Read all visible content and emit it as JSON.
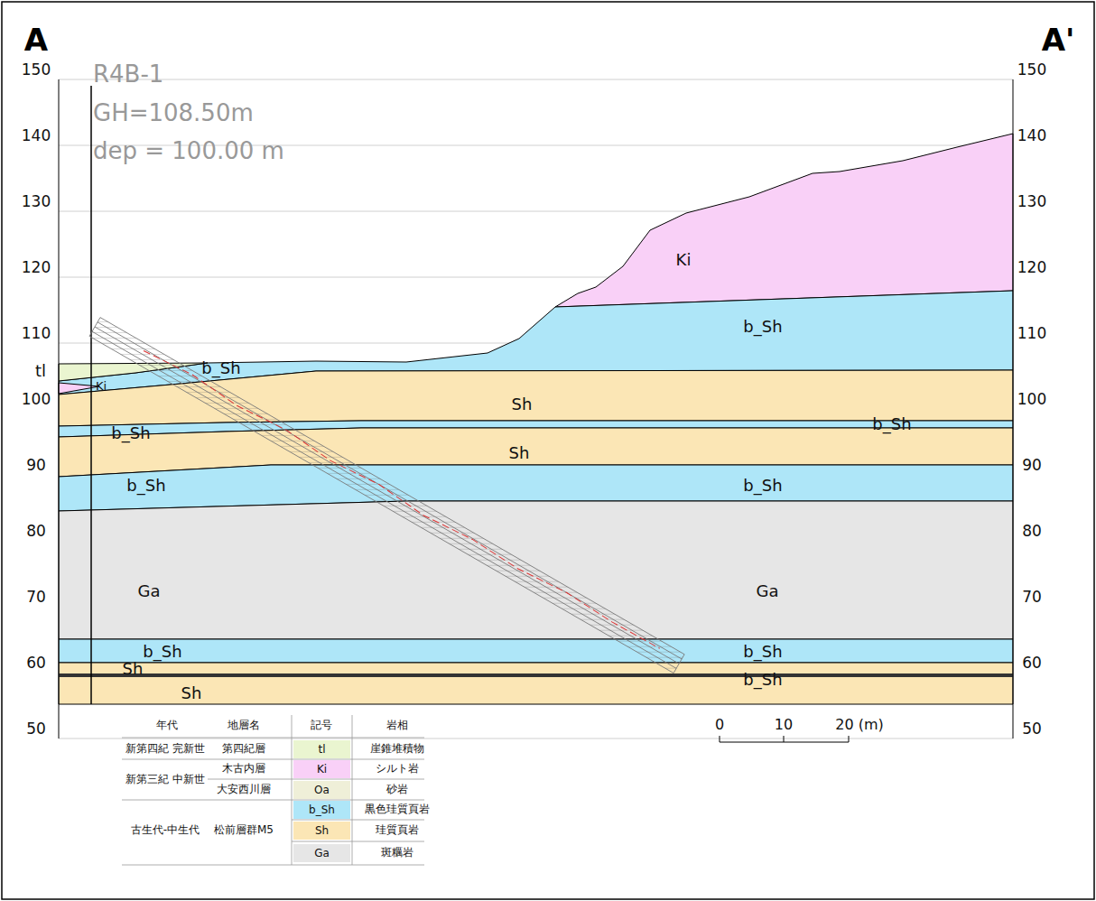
{
  "diagram": {
    "labels": [
      "A",
      "A'",
      "R4B-1",
      "GH=108.50m",
      "dep = 100.00 m",
      "150",
      "140",
      "130",
      "120",
      "110",
      "100",
      "90",
      "80",
      "70",
      "60",
      "50",
      "150",
      "140",
      "130",
      "120",
      "110",
      "100",
      "90",
      "80",
      "70",
      "60",
      "50",
      "tl",
      "Ki",
      "b_Sh",
      "Sh",
      "b_Sh",
      "b_Sh",
      "Sh",
      "b_Sh",
      "b_Sh",
      "Ga",
      "Ga",
      "b_Sh",
      "b_Sh",
      "Sh",
      "b_Sh",
      "Sh",
      "Ki",
      "b_Sh",
      "0",
      "10",
      "20 (m)",
      "年代",
      "地層名",
      "記号",
      "岩相",
      "新第四紀 完新世",
      "第四紀層",
      "崖錐堆積物",
      "新第三紀 中新世",
      "木古内層",
      "シルト岩",
      "大安西川層",
      "砂岩",
      "古生代-中生代",
      "松前層群M5",
      "黒色珪質頁岩",
      "珪質頁岩",
      "斑糲岩"
    ],
    "legend": [
      {
        "text": "tl",
        "color": "#eaf5d0"
      },
      {
        "text": "Ki",
        "color": "#f9d0f7"
      },
      {
        "text": "Oa",
        "color": "#efefd8"
      },
      {
        "text": "b_Sh",
        "color": "#aee6f8"
      },
      {
        "text": "Sh",
        "color": "#fbe6b5"
      },
      {
        "text": "Ga",
        "color": "#e6e6e6"
      }
    ]
  }
}
